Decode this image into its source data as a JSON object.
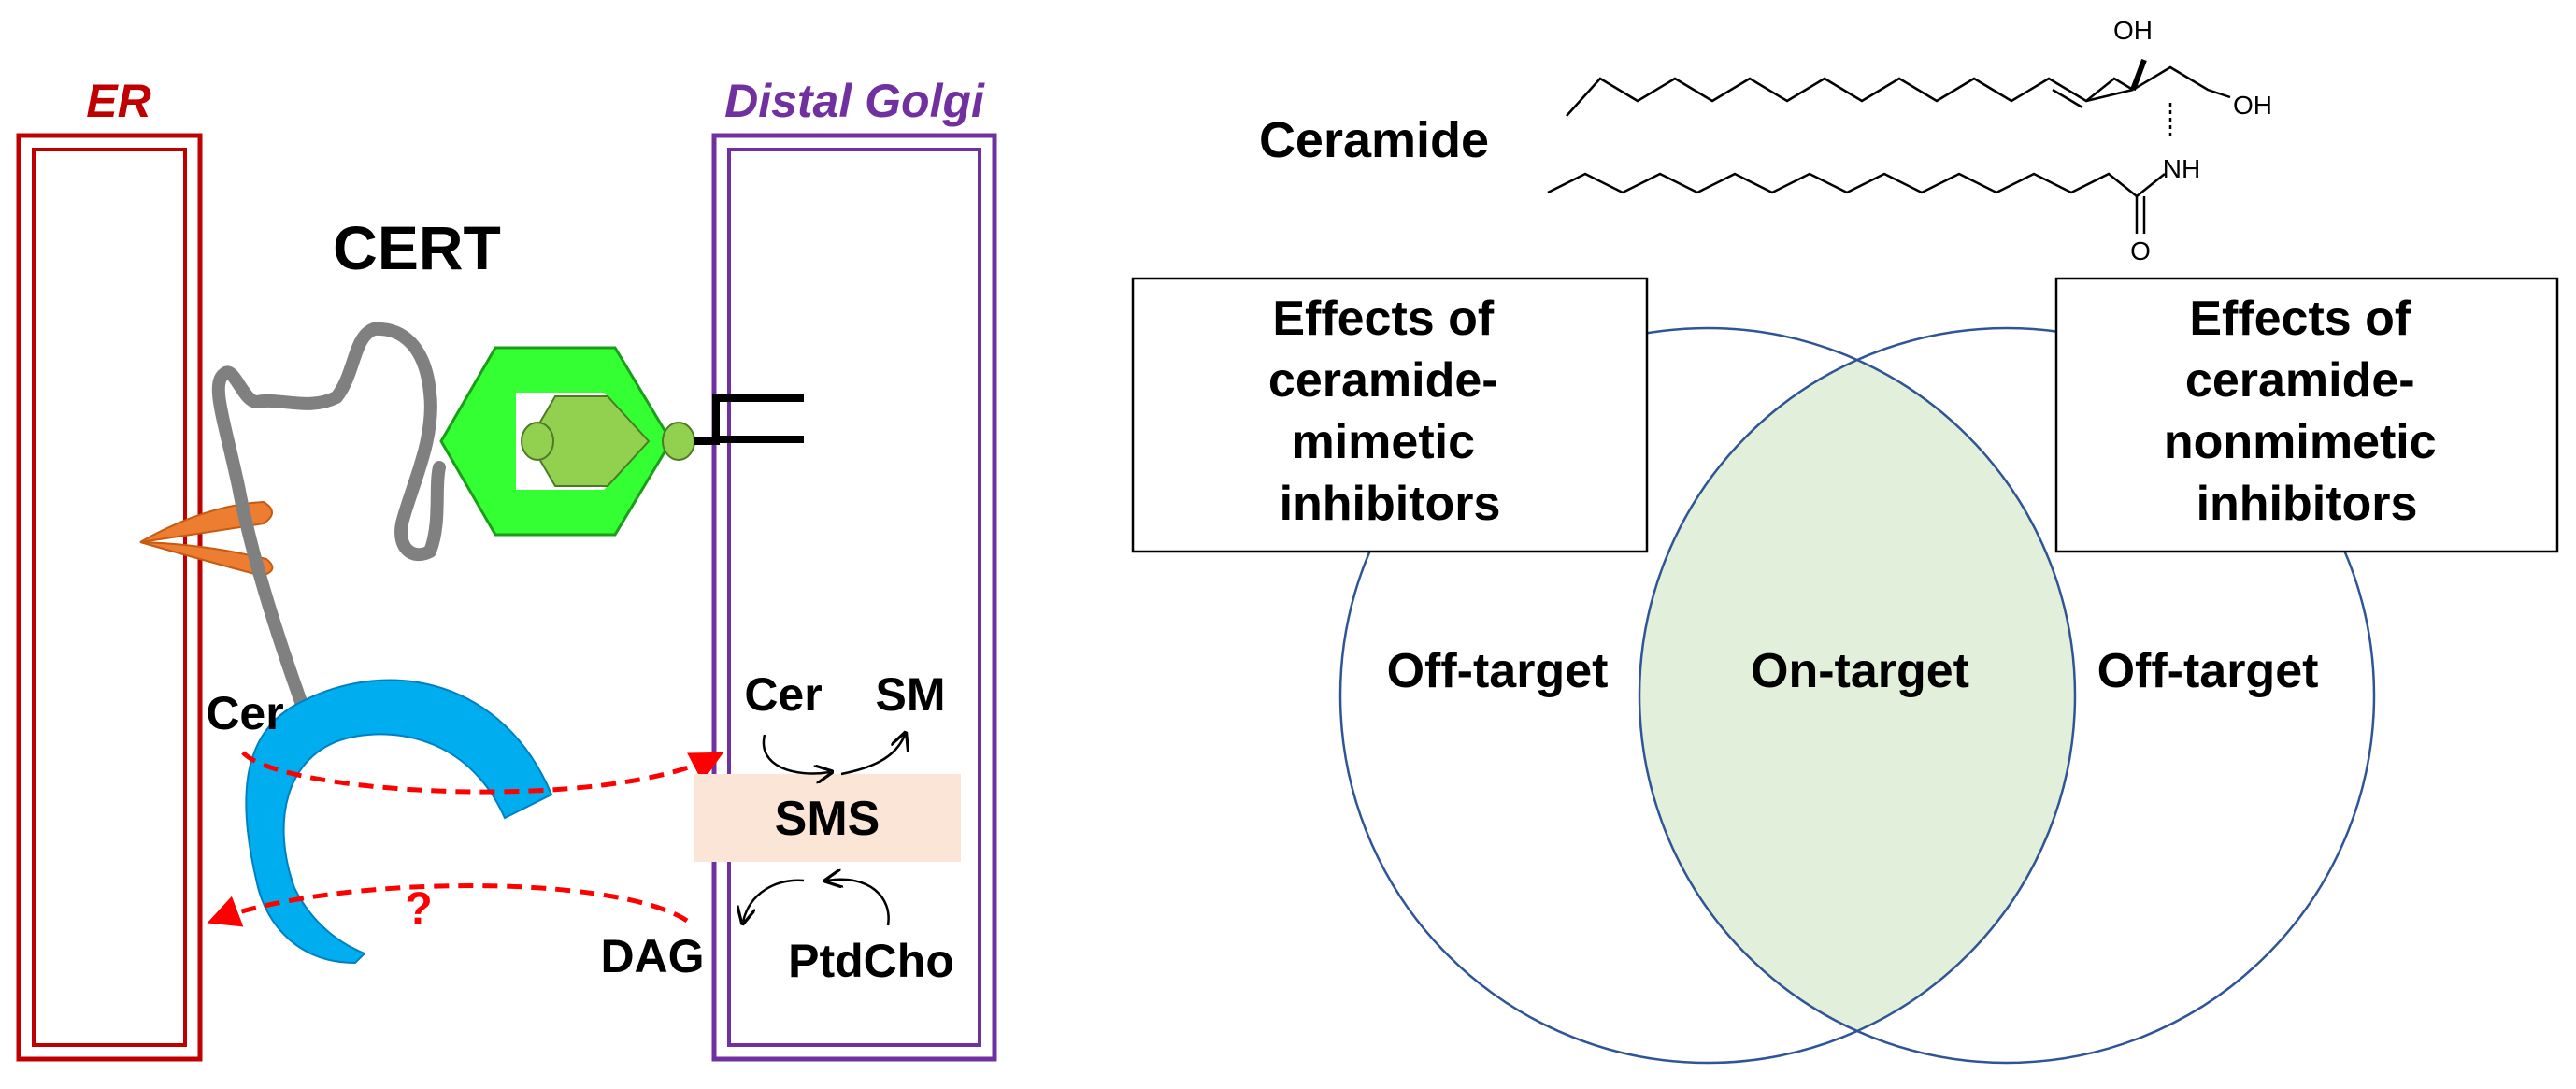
{
  "left_panel": {
    "er_label": "ER",
    "golgi_label": "Distal Golgi",
    "cert_label": "CERT",
    "cer_er_label": "Cer",
    "cer_golgi_label": "Cer",
    "sm_label": "SM",
    "sms_label": "SMS",
    "dag_label": "DAG",
    "ptdcho_label": "PtdCho",
    "question_mark": "?"
  },
  "right_panel": {
    "ceramide_label": "Ceramide",
    "structure_oh_top": "OH",
    "structure_oh_right": "OH",
    "structure_nh": "NH",
    "structure_o": "O",
    "box_left_lines": [
      "Effects of",
      "ceramide-",
      "mimetic",
      "inhibitors"
    ],
    "box_right_lines": [
      "Effects of",
      "ceramide-",
      "nonmimetic",
      "inhibitors"
    ],
    "off_target_left": "Off-target",
    "on_target": "On-target",
    "off_target_right": "Off-target"
  },
  "colors": {
    "er": "#c00000",
    "golgi": "#7030a0",
    "start_domain": "#00aeef",
    "ph_domain": "#33ff33",
    "ph_inner": "#92d050",
    "ffat": "#ed7d31",
    "linker": "#808080",
    "arrow": "#ff0000",
    "sms_box": "#fbe5d6",
    "venn_stroke": "#2f5597",
    "overlap": "#e2efda"
  }
}
